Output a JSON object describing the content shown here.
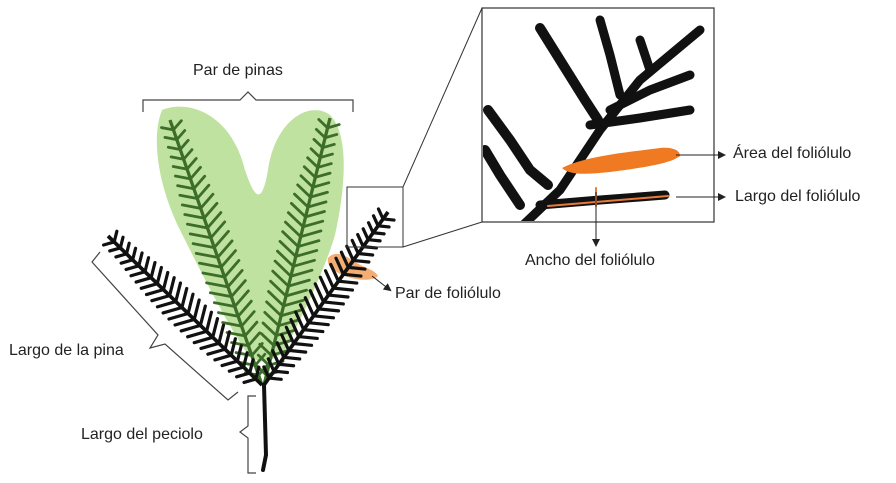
{
  "labels": {
    "par_de_pinas": "Par de pinas",
    "area_foliolulo": "Área del foliólulo",
    "largo_foliolulo": "Largo del foliólulo",
    "ancho_foliolulo": "Ancho del foliólulo",
    "par_de_foliolulo": "Par de foliólulo",
    "largo_pina": "Largo de la pina",
    "largo_peciolo": "Largo del peciolo"
  },
  "colors": {
    "pinna_black": "#111111",
    "pinna_green": "#3c6e2a",
    "green_highlight": "#b5dd8f",
    "orange_highlight": "#f07a22",
    "orange_line": "#e87a3a"
  }
}
